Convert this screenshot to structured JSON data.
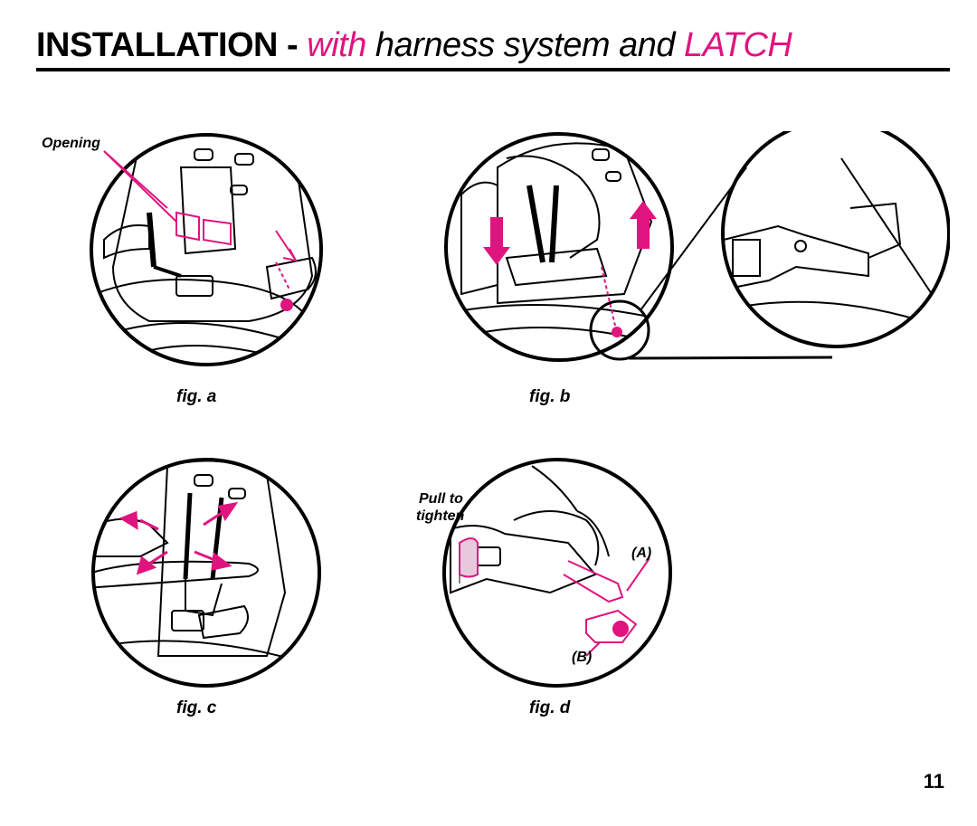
{
  "header": {
    "title_main": "INSTALLATION",
    "title_dash": " - ",
    "title_with": "with",
    "title_mid": " harness system and ",
    "title_latch": "LATCH"
  },
  "figures": {
    "a": {
      "caption": "fig. a",
      "label_opening": "Opening"
    },
    "b": {
      "caption": "fig. b"
    },
    "c": {
      "caption": "fig. c"
    },
    "d": {
      "caption": "fig. d",
      "label_pull_line1": "Pull to",
      "label_pull_line2": "tighten",
      "label_a": "(A)",
      "label_b": "(B)"
    }
  },
  "page_number": "11",
  "colors": {
    "accent": "#e0147f",
    "ink": "#000000"
  }
}
